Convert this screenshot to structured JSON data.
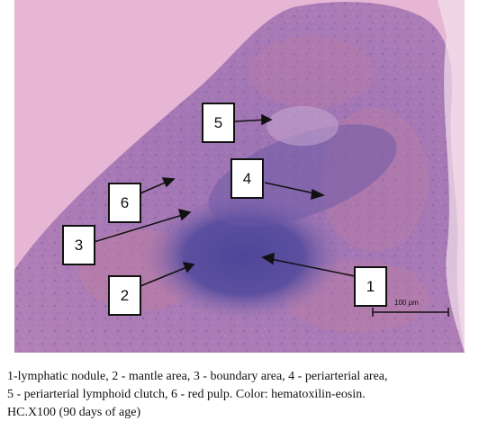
{
  "figure": {
    "labels": [
      {
        "id": "1",
        "text": "1"
      },
      {
        "id": "2",
        "text": "2"
      },
      {
        "id": "3",
        "text": "3"
      },
      {
        "id": "4",
        "text": "4"
      },
      {
        "id": "5",
        "text": "5"
      },
      {
        "id": "6",
        "text": "6"
      }
    ],
    "scale_bar_text": "100 μm",
    "colors": {
      "background_pink": "#e6b6d4",
      "tissue_purple": "#a678b8",
      "nodule_blue": "#5c4f9f",
      "red_pulp": "#c27f9e"
    }
  },
  "caption": {
    "line1": "1-lymphatic nodule, 2 - mantle area, 3 - boundary area, 4 - periarterial area,",
    "line2": "5 - periarterial lymphoid clutch, 6 - red pulp. Color: hematoxilin-eosin.",
    "line3": "HC.X100 (90 days of age)"
  }
}
